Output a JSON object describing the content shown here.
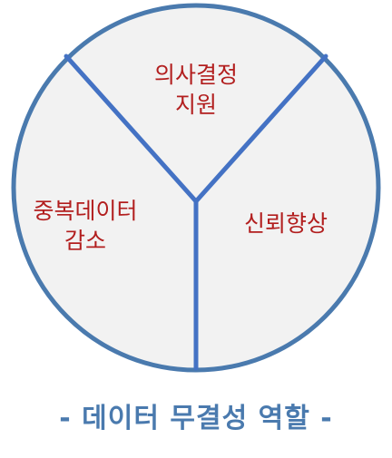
{
  "diagram": {
    "segments": [
      {
        "lines": [
          "의사결정",
          "지원"
        ]
      },
      {
        "lines": [
          "중복데이터",
          "감소"
        ]
      },
      {
        "lines": [
          "신뢰향상"
        ]
      }
    ],
    "caption": "- 데이터 무결성 역할 -"
  },
  "colors": {
    "circle_fill": "#f2f2f2",
    "circle_stroke": "#4a7aae",
    "divider": "#4472c4",
    "label_text": "#b21e1e",
    "caption_text": "#4a7aae"
  }
}
